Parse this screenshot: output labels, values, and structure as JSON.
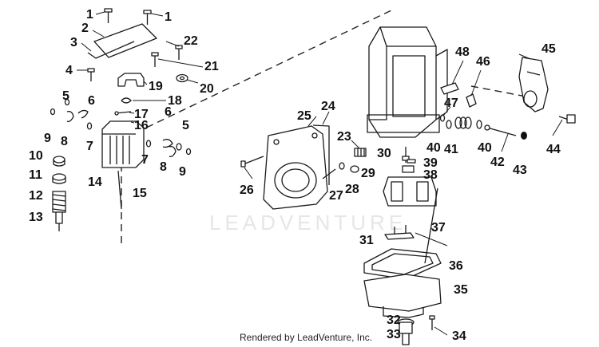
{
  "watermark": "LEADVENTURE",
  "credit": "Rendered by LeadVenture, Inc.",
  "callouts": [
    "1",
    "1",
    "2",
    "3",
    "4",
    "5",
    "5",
    "6",
    "6",
    "7",
    "7",
    "8",
    "8",
    "9",
    "9",
    "10",
    "11",
    "12",
    "13",
    "14",
    "15",
    "16",
    "17",
    "18",
    "19",
    "20",
    "21",
    "22",
    "23",
    "24",
    "25",
    "26",
    "27",
    "28",
    "29",
    "30",
    "31",
    "32",
    "33",
    "34",
    "35",
    "36",
    "37",
    "38",
    "39",
    "40",
    "40",
    "41",
    "42",
    "43",
    "44",
    "45",
    "46",
    "47",
    "48"
  ]
}
